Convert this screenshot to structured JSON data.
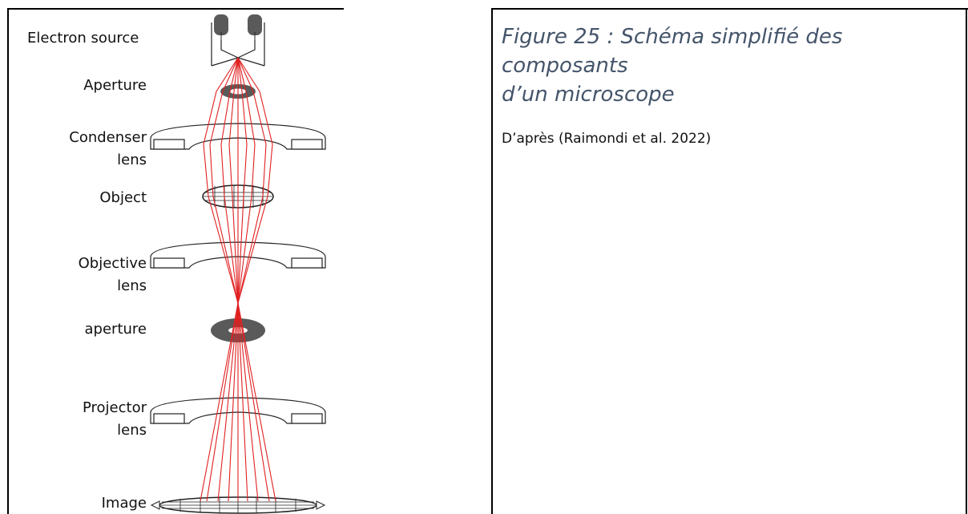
{
  "diagram": {
    "labels": {
      "electron_source": "Electron source",
      "aperture_top": "Aperture",
      "condenser_lens_line1": "Condenser",
      "condenser_lens_line2": "lens",
      "object": "Object",
      "objective_lens_line1": "Objective",
      "objective_lens_line2": "lens",
      "aperture_bottom": "aperture",
      "projector_lens_line1": "Projector",
      "projector_lens_line2": "lens",
      "image": "Image"
    },
    "colors": {
      "beam": "#e02020",
      "parts": "#5a5a5a",
      "outline": "#222222"
    }
  },
  "caption": {
    "title_line1": "Figure 25 : Schéma simplifié des composants",
    "title_line2": "d’un microscope",
    "source": "D’après (Raimondi et al. 2022)"
  }
}
